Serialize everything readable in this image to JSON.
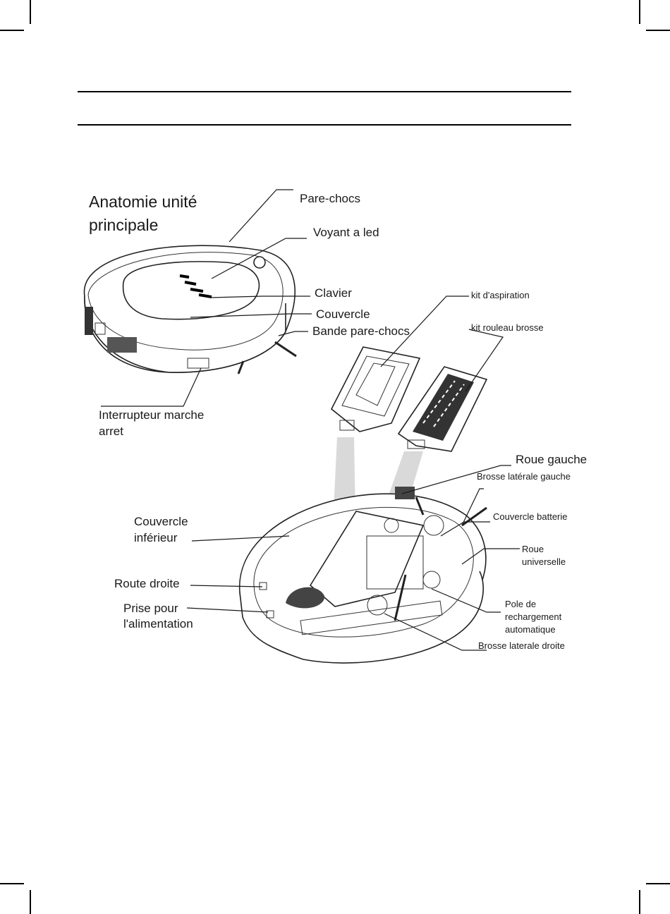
{
  "figure": {
    "title_line1": "Anatomie unité",
    "title_line2": "principale",
    "labels": {
      "pare_chocs": "Pare-chocs",
      "voyant_led": "Voyant a led",
      "clavier": "Clavier",
      "couvercle": "Couvercle",
      "bande_pare_chocs": "Bande pare-chocs",
      "interrupteur_line1": "Interrupteur marche",
      "interrupteur_line2": "arret",
      "kit_aspiration": "kit d'aspiration",
      "kit_rouleau": "kit rouleau brosse",
      "roue_gauche": "Roue gauche",
      "brosse_laterale_gauche": "Brosse latérale gauche",
      "couvercle_batterie": "Couvercle batterie",
      "roue_universelle_line1": "Roue",
      "roue_universelle_line2": "universelle",
      "pole_line1": "Pole de",
      "pole_line2": "rechargement",
      "pole_line3": "automatique",
      "brosse_laterale_droite": "Brosse laterale droite",
      "couvercle_inferieur_line1": "Couvercle",
      "couvercle_inferieur_line2": "inférieur",
      "route_droite": "Route droite",
      "prise_line1": "Prise pour",
      "prise_line2": "l'alimentation"
    }
  }
}
